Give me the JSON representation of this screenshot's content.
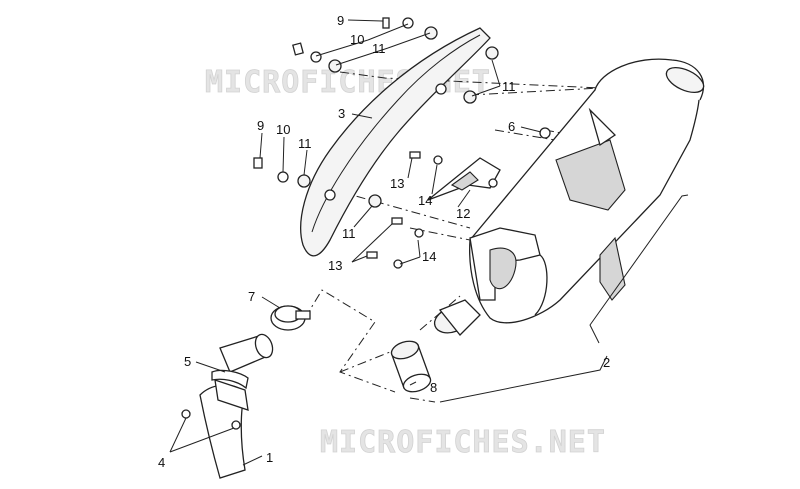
{
  "watermarks": [
    "MICROFICHES.NET",
    "MICROFICHES.NET"
  ],
  "callouts": [
    {
      "id": "label-9-top",
      "text": "9"
    },
    {
      "id": "label-10-top",
      "text": "10"
    },
    {
      "id": "label-11-top-a",
      "text": "11"
    },
    {
      "id": "label-11-top-right",
      "text": "11"
    },
    {
      "id": "label-3",
      "text": "3"
    },
    {
      "id": "label-9-left",
      "text": "9"
    },
    {
      "id": "label-10-left",
      "text": "10"
    },
    {
      "id": "label-11-left",
      "text": "11"
    },
    {
      "id": "label-6",
      "text": "6"
    },
    {
      "id": "label-13-top",
      "text": "13"
    },
    {
      "id": "label-14-top",
      "text": "14"
    },
    {
      "id": "label-12",
      "text": "12"
    },
    {
      "id": "label-11-lower",
      "text": "11"
    },
    {
      "id": "label-13-lower",
      "text": "13"
    },
    {
      "id": "label-14-lower",
      "text": "14"
    },
    {
      "id": "label-7",
      "text": "7"
    },
    {
      "id": "label-5",
      "text": "5"
    },
    {
      "id": "label-2",
      "text": "2"
    },
    {
      "id": "label-8",
      "text": "8"
    },
    {
      "id": "label-4",
      "text": "4"
    },
    {
      "id": "label-1",
      "text": "1"
    }
  ]
}
